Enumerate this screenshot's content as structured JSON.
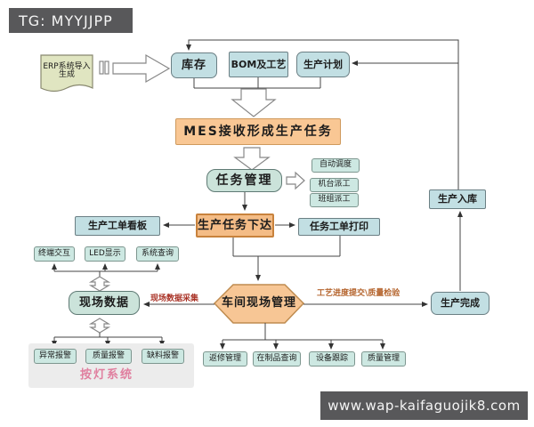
{
  "watermarks": {
    "top": "TG: MYYJJPP",
    "bottom": "www.wap-kaifaguojik8.com"
  },
  "colors": {
    "box_blue": "#c2dfe3",
    "box_green": "#cbe3da",
    "box_orange": "#f9c794",
    "orange_deep": "#f4bc86",
    "banner_bg": "#58585a",
    "label_red": "#a93226",
    "label_orange": "#b5652e",
    "label_pink": "#e07f9f",
    "erp_fill": "#e0e5c1",
    "line": "#3f3f3f"
  },
  "nodes": {
    "erp_line1": "ERP系统导入",
    "erp_line2": "生成",
    "inventory": "库存",
    "bom": "BOM及工艺",
    "plan": "生产计划",
    "mes": "MES接收形成生产任务",
    "task_mgmt": "任务管理",
    "auto_schedule": "自动调度",
    "machine_dispatch": "机台派工",
    "team_dispatch": "班组派工",
    "task_release": "生产任务下达",
    "kanban": "生产工单看板",
    "print": "任务工单打印",
    "terminal": "终端交互",
    "led": "LED显示",
    "query": "系统查询",
    "field_data": "现场数据",
    "workshop": "车间现场管理",
    "complete": "生产完成",
    "warehouse": "生产入库",
    "abnormal_alarm": "异常报警",
    "quality_alarm": "质量报警",
    "shortage_alarm": "缺料报警",
    "andon": "按灯系统",
    "repair": "返修管理",
    "wip_query": "在制品查询",
    "equip_track": "设备跟踪",
    "quality_mgmt": "质量管理"
  },
  "labels": {
    "data_collect": "现场数据采集",
    "process_submit": "工艺进度提交\\质量检验"
  }
}
